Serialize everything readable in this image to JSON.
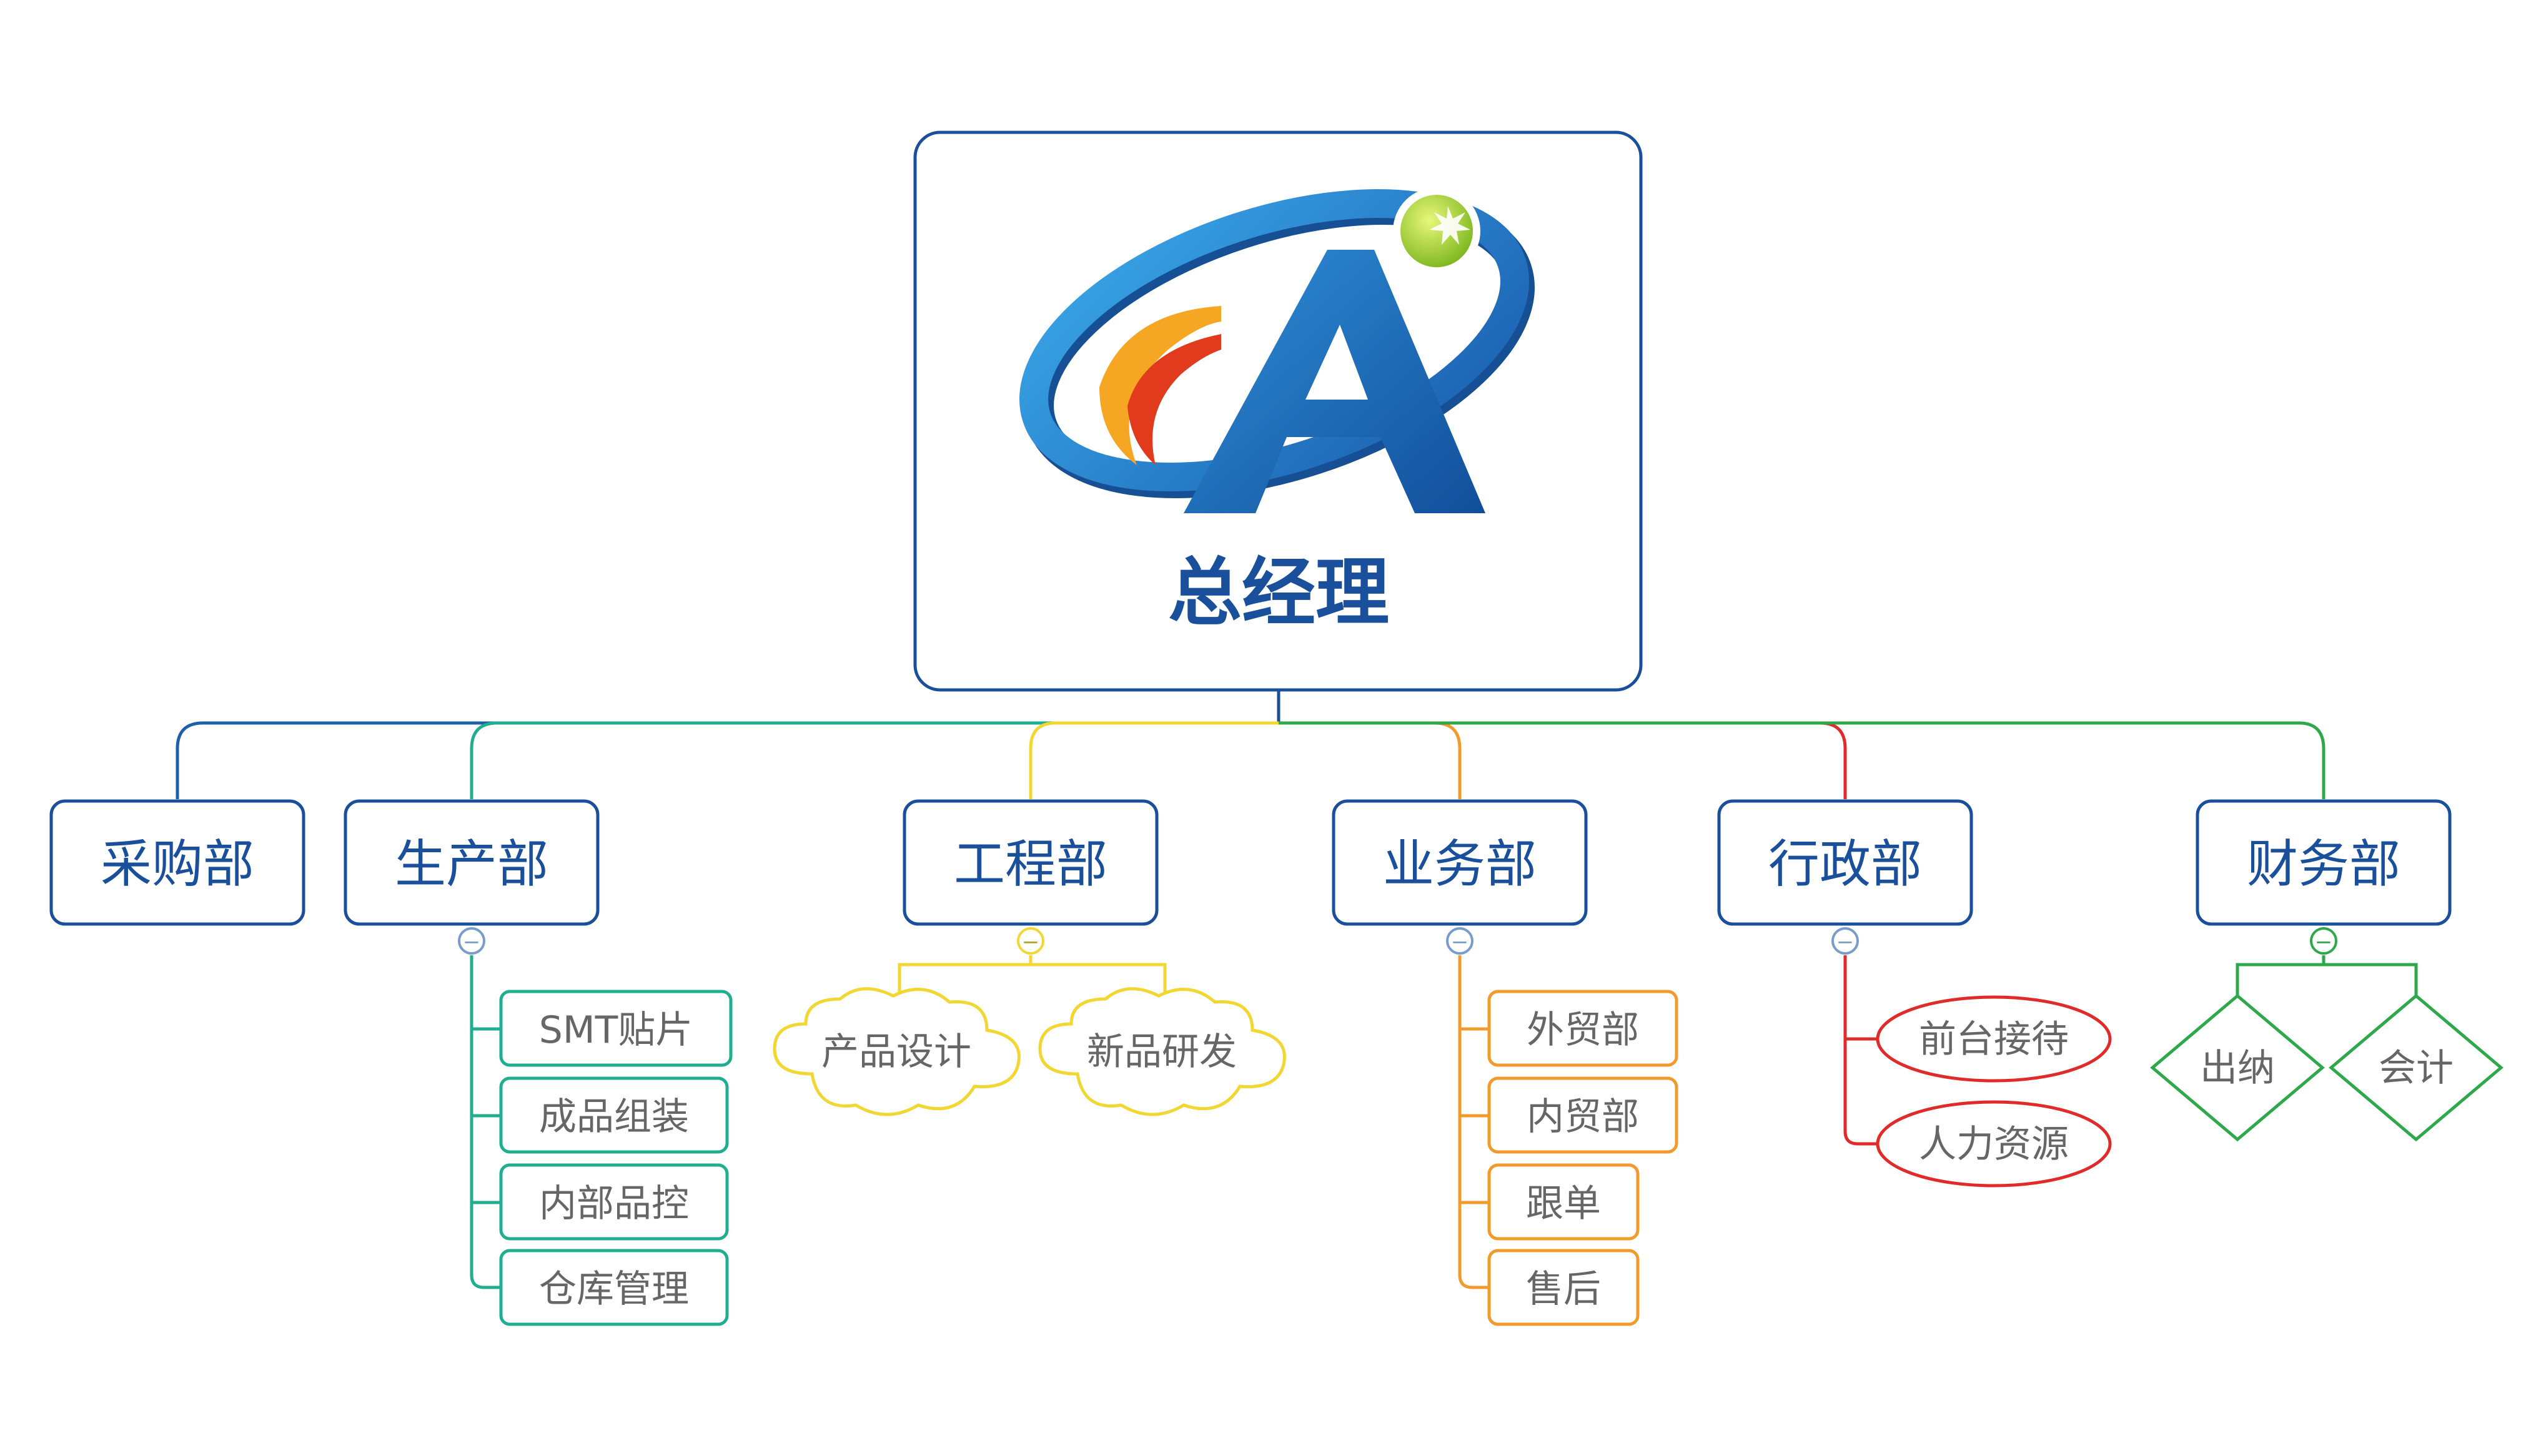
{
  "ceo": {
    "title": "总经理",
    "logo_icon": "company-logo-icon"
  },
  "colors": {
    "node_border": "#1a4f9c",
    "node_text": "#1a4f9c",
    "leaf_text": "#666666",
    "procurement_line": "#1f5fa8",
    "production_line": "#1fae8f",
    "engineering_line": "#f2d632",
    "business_line": "#f39a2c",
    "admin_line": "#e02b2b",
    "finance_line": "#2ea84a",
    "collapse_dot": "#7a9ccc"
  },
  "departments": [
    {
      "id": "procurement",
      "label": "采购部",
      "children": []
    },
    {
      "id": "production",
      "label": "生产部",
      "children": [
        "SMT贴片",
        "成品组装",
        "内部品控",
        "仓库管理"
      ]
    },
    {
      "id": "engineering",
      "label": "工程部",
      "children": [
        "产品设计",
        "新品研发"
      ]
    },
    {
      "id": "business",
      "label": "业务部",
      "children": [
        "外贸部",
        "内贸部",
        "跟单",
        "售后"
      ]
    },
    {
      "id": "admin",
      "label": "行政部",
      "children": [
        "前台接待",
        "人力资源"
      ]
    },
    {
      "id": "finance",
      "label": "财务部",
      "children": [
        "出纳",
        "会计"
      ]
    }
  ],
  "collapse_symbol": "−"
}
